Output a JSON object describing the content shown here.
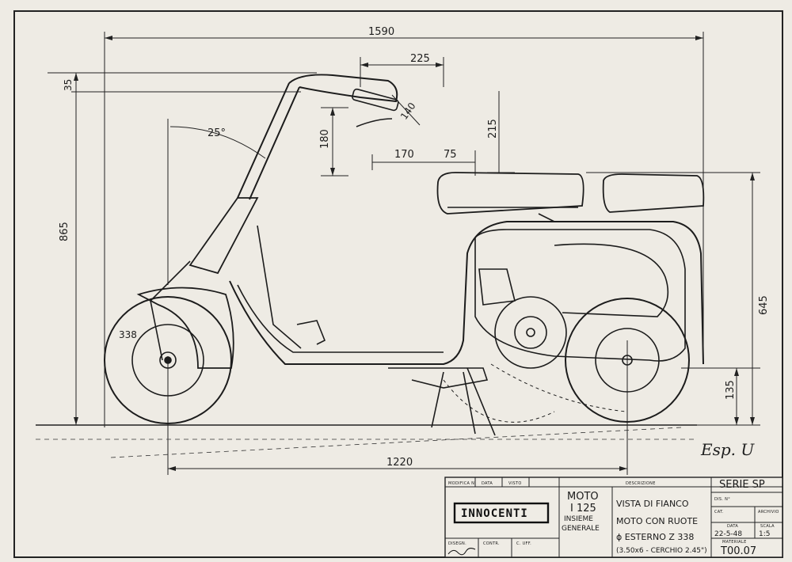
{
  "dimensions": {
    "overall_length": "1590",
    "wheelbase": "1220",
    "overall_height": "865",
    "seat_height": "645",
    "ground_clearance": "135",
    "handlebar_offset": "225",
    "handlebar_drop": "35",
    "steering_height": "180",
    "seat_gap": "215",
    "seat_offset_a": "170",
    "seat_offset_b": "75",
    "grip_width": "140",
    "steering_angle": "25°",
    "wheel_diameter": "338"
  },
  "title_block": {
    "headers": {
      "modifica": "MODIFICA N.",
      "data": "DATA",
      "visto": "VISTO",
      "descrizione": "DESCRIZIONE",
      "disegn": "DISEGN.",
      "contr": "CONTR.",
      "c_uff": "C. UFF.",
      "dis_n": "DIS. N°",
      "cat": "CAT.",
      "archivio": "ARCHIVIO",
      "data2": "DATA",
      "scala": "SCALA",
      "materiale": "MATERIALE"
    },
    "company": "INNOCENTI",
    "model_line1": "MOTO",
    "model_line2": "I 125",
    "assembly_line1": "INSIEME",
    "assembly_line2": "GENERALE",
    "desc_line1": "VISTA DI FIANCO",
    "desc_line2": "MOTO CON RUOTE",
    "desc_line3": "ϕ ESTERNO Z 338",
    "desc_line4": "(3.50x6 - CERCHIO 2.45\")",
    "series": "SERIE SP",
    "date_value": "22-5-48",
    "scale_value": "1:5",
    "drawing_code": "T00.07"
  },
  "handwritten_note": "Esp. U"
}
